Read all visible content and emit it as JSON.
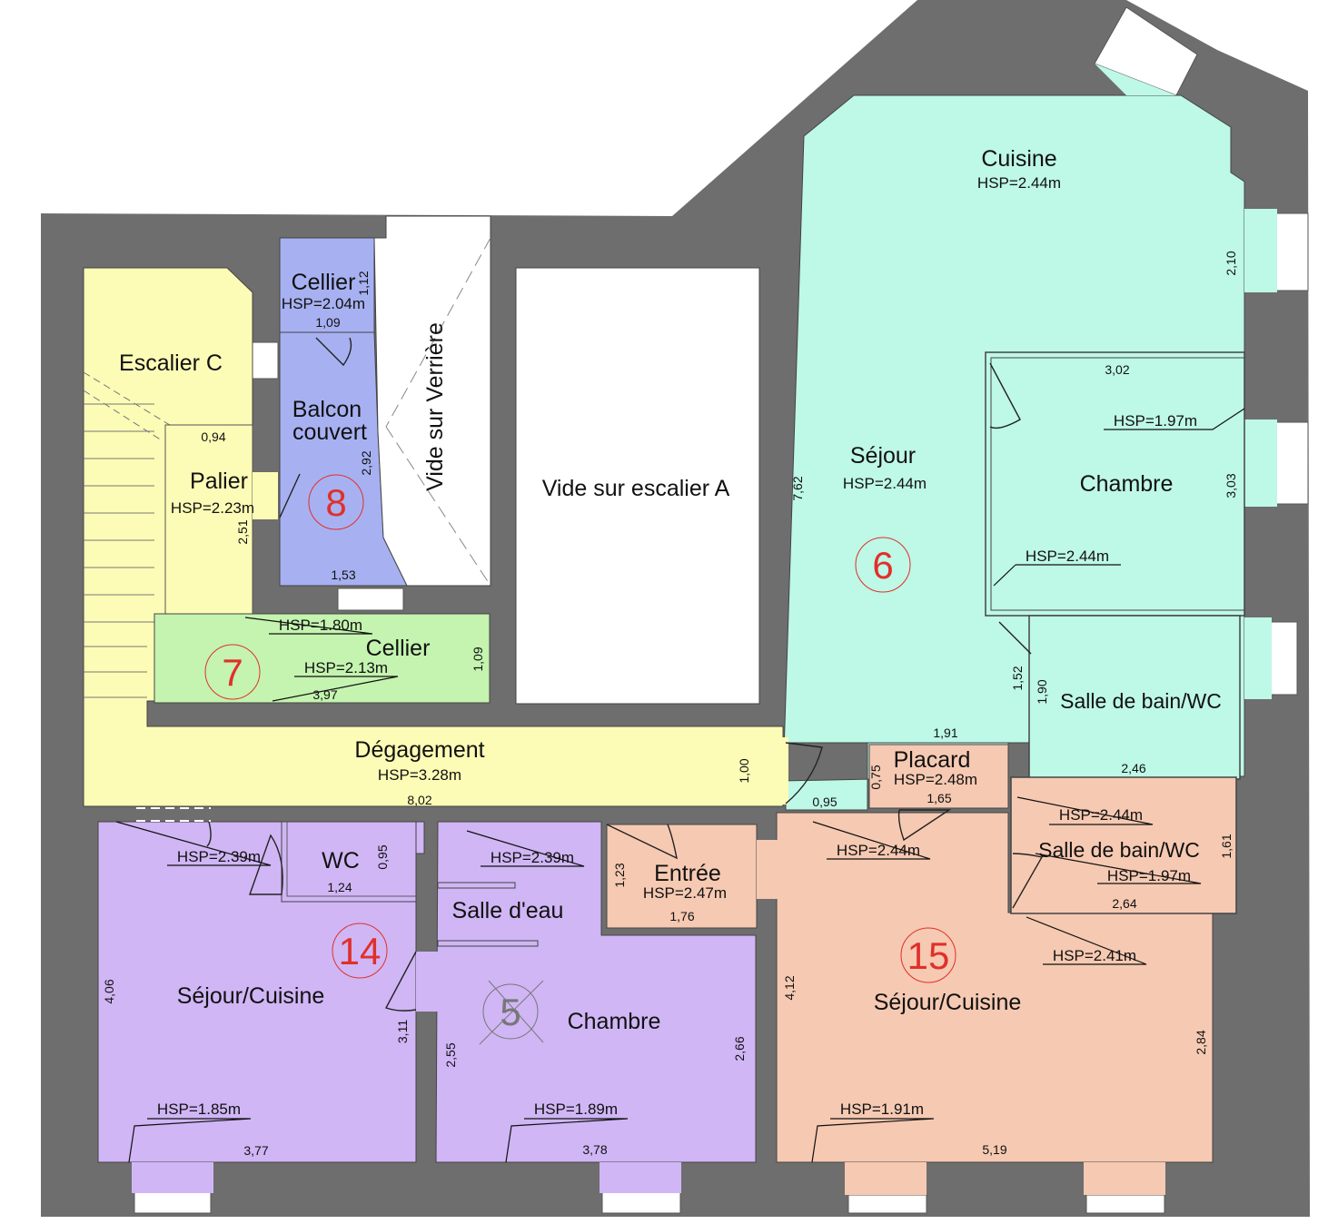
{
  "rooms": {
    "cuisine": {
      "name": "Cuisine",
      "hsp": "HSP=2.44m"
    },
    "sejour6": {
      "name": "Séjour",
      "hsp": "HSP=2.44m"
    },
    "chambre6": {
      "name": "Chambre",
      "hsp_top": "HSP=1.97m",
      "hsp_bottom": "HSP=2.44m"
    },
    "sdb6": {
      "name": "Salle de bain/WC"
    },
    "escalier": {
      "name": "Escalier C"
    },
    "palier": {
      "name": "Palier",
      "hsp": "HSP=2.23m"
    },
    "cellier8": {
      "name": "Cellier",
      "hsp": "HSP=2.04m"
    },
    "balcon": {
      "name1": "Balcon",
      "name2": "couvert"
    },
    "verriere": {
      "name": "Vide sur Verrière"
    },
    "vide_a": {
      "name": "Vide sur escalier A"
    },
    "cellier7": {
      "name": "Cellier",
      "hsp_top": "HSP=1.80m",
      "hsp": "HSP=2.13m"
    },
    "degagement": {
      "name": "Dégagement",
      "hsp": "HSP=3.28m"
    },
    "placard": {
      "name": "Placard",
      "hsp": "HSP=2.48m"
    },
    "sdb15": {
      "name": "Salle de bain/WC",
      "hsp_top": "HSP=2.44m",
      "hsp": "HSP=1.97m"
    },
    "entree": {
      "name": "Entrée",
      "hsp": "HSP=2.47m"
    },
    "wc14": {
      "name": "WC"
    },
    "salle_eau": {
      "name": "Salle d'eau",
      "hsp": "HSP=2.39m"
    },
    "sejour14": {
      "name": "Séjour/Cuisine",
      "hsp": "HSP=2.39m",
      "hsp_bottom": "HSP=1.85m"
    },
    "chambre5": {
      "name": "Chambre",
      "hsp": "HSP=1.89m"
    },
    "sejour15": {
      "name": "Séjour/Cuisine",
      "hsp_top": "HSP=2.44m",
      "hsp_right": "HSP=2.41m",
      "hsp_bottom": "HSP=1.91m"
    }
  },
  "lots": {
    "l6": "6",
    "l7": "7",
    "l8": "8",
    "l14": "14",
    "l5": "5",
    "l15": "15"
  },
  "dims": {
    "d210": "2,10",
    "d302": "3,02",
    "d303": "3,03",
    "d762": "7,62",
    "d152": "1,52",
    "d190": "1,90",
    "d191": "1,91",
    "d246": "2,46",
    "d112": "1,12",
    "d109a": "1,09",
    "d292": "2,92",
    "d153": "1,53",
    "d094": "0,94",
    "d251": "2,51",
    "d109b": "1,09",
    "d397": "3,97",
    "d100": "1,00",
    "d802": "8,02",
    "d095a": "0,95",
    "d075": "0,75",
    "d165": "1,65",
    "d161": "1,61",
    "d264": "2,64",
    "d095b": "0,95",
    "d124": "1,24",
    "d123": "1,23",
    "d176": "1,76",
    "d406": "4,06",
    "d311": "3,11",
    "d255": "2,55",
    "d266": "2,66",
    "d412": "4,12",
    "d284": "2,84",
    "d377": "3,77",
    "d378": "3,78",
    "d519": "5,19"
  },
  "colors": {
    "wall": "#6e6e6e",
    "yellow": "#fdfcb6",
    "blue": "#a7b1f1",
    "green": "#c4f4b0",
    "cyan": "#bef8e6",
    "salmon": "#f6c9b2",
    "purple": "#d0b6f5",
    "lotnum": "#e0302a"
  }
}
